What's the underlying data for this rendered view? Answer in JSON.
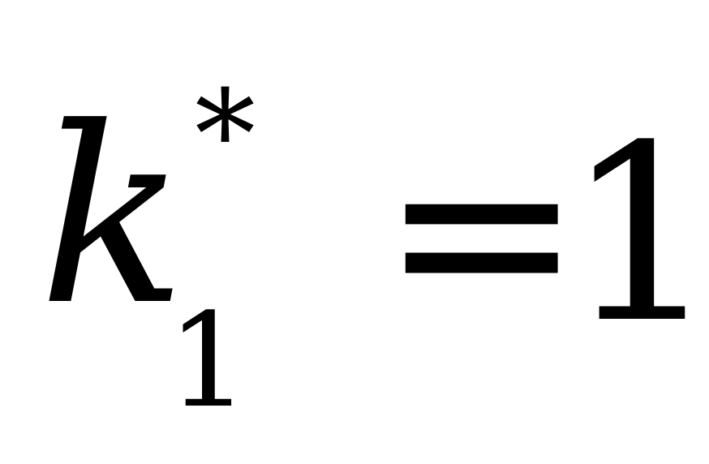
{
  "formula": {
    "variable": "k",
    "superscript": "*",
    "subscript": "1",
    "operator": "=",
    "value": "1"
  }
}
